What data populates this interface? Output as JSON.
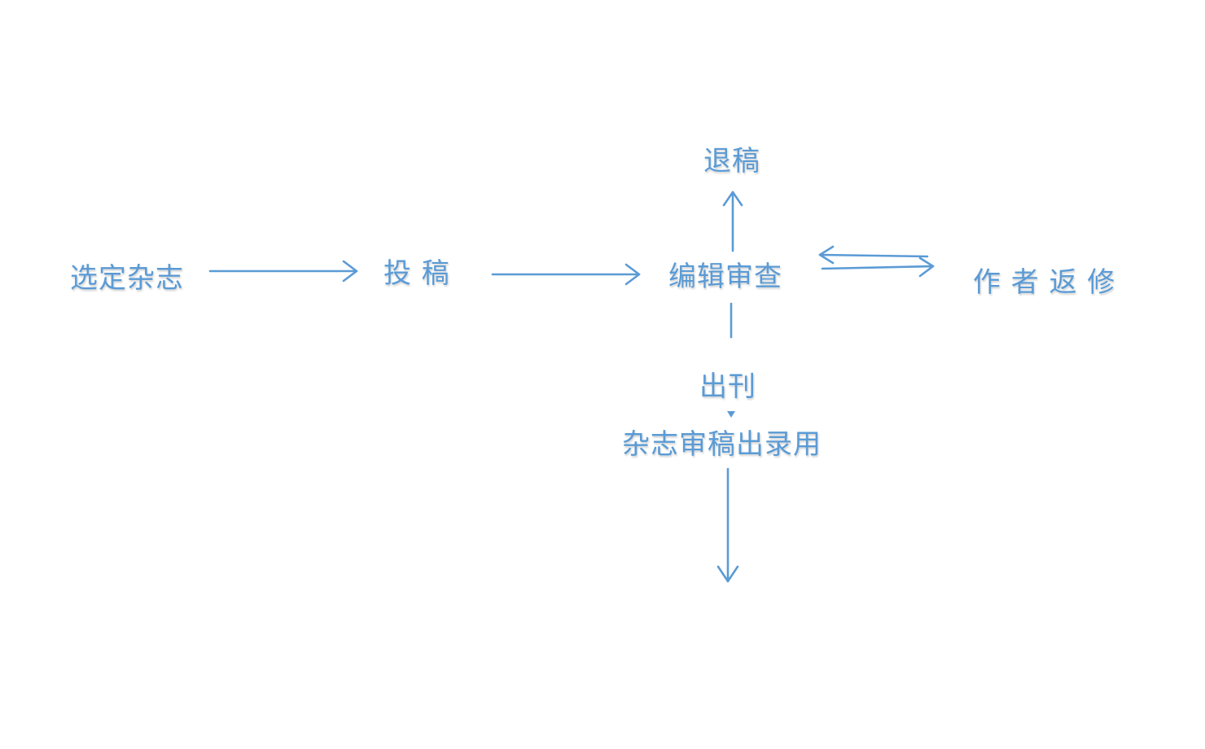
{
  "diagram": {
    "nodes": {
      "select_journal": "选定杂志",
      "submit": "投 稿",
      "editor_review": "编辑审查",
      "reject": "退稿",
      "author_revise": "作 者 返 修",
      "publish": "出刊",
      "review_accept": "杂志审稿出录用"
    },
    "colors": {
      "primary": "#5b9bd5"
    }
  }
}
